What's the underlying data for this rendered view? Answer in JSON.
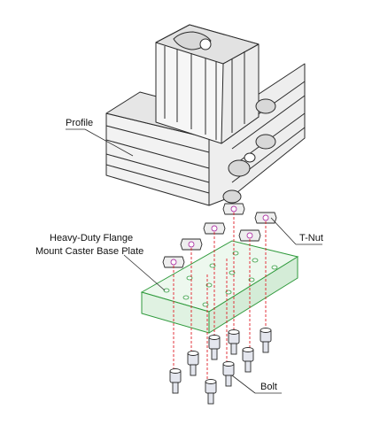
{
  "labels": {
    "profile": "Profile",
    "plate_line1": "Heavy-Duty Flange",
    "plate_line2": "Mount Caster Base Plate",
    "tnut": "T-Nut",
    "bolt": "Bolt"
  },
  "colors": {
    "line": "#2b2b2b",
    "metal_fill": "#f2f2f2",
    "metal_shade": "#d8d8d8",
    "plate_stroke": "#2f9a3c",
    "plate_fill": "#edf8ee",
    "guide": "#e0202a",
    "nut_accent": "#b03aa8",
    "bolt_fill": "#e4e6ee"
  }
}
